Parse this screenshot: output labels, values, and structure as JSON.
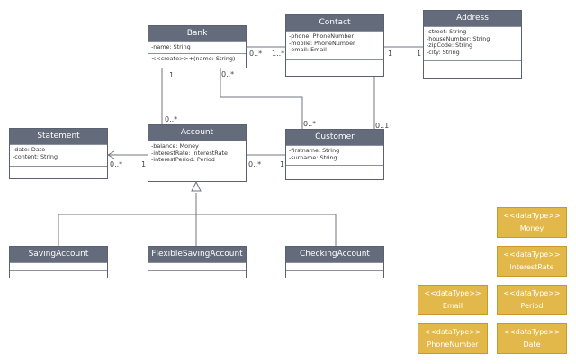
{
  "classes": {
    "bank": {
      "name": "Bank",
      "attrs": [
        "-name: String"
      ],
      "ops": [
        "<<create>>+(name: String)"
      ]
    },
    "contact": {
      "name": "Contact",
      "attrs": [
        "-phone: PhoneNumber",
        "-mobile: PhoneNumber",
        "-email: Email"
      ]
    },
    "address": {
      "name": "Address",
      "attrs": [
        "-street: String",
        "-houseNumber: String",
        "-zipCode: String",
        "-city: String"
      ]
    },
    "statement": {
      "name": "Statement",
      "attrs": [
        "-date: Date",
        "-content: String"
      ]
    },
    "account": {
      "name": "Account",
      "attrs": [
        "-balance: Money",
        "-interestRate: InterestRate",
        "-interestPeriod: Period"
      ]
    },
    "customer": {
      "name": "Customer",
      "attrs": [
        "-firstname: String",
        "-surname: String"
      ]
    },
    "saving": {
      "name": "SavingAccount"
    },
    "flexible": {
      "name": "FlexibleSavingAccount"
    },
    "checking": {
      "name": "CheckingAccount"
    }
  },
  "datatypes": {
    "stereotype": "<<dataType>>",
    "money": "Money",
    "interestrate": "InterestRate",
    "email": "Email",
    "period": "Period",
    "phonenumber": "PhoneNumber",
    "date": "Date"
  },
  "multiplicities": {
    "bank_contact_bank": "0..*",
    "bank_contact_contact": "1..*",
    "contact_address_contact": "1",
    "contact_address_address": "1",
    "bank_account_bank": "1",
    "bank_account_account": "0..*",
    "bank_customer_bank": "0..*",
    "bank_customer_customer": "0..*",
    "contact_customer_customer": "0..1",
    "account_statement_statement": "0..*",
    "account_statement_account": "1",
    "account_customer_account": "0..*",
    "account_customer_customer": "1"
  },
  "colors": {
    "header": "#646c7c",
    "border": "#5a6272",
    "datatype": "#e2b84a"
  }
}
